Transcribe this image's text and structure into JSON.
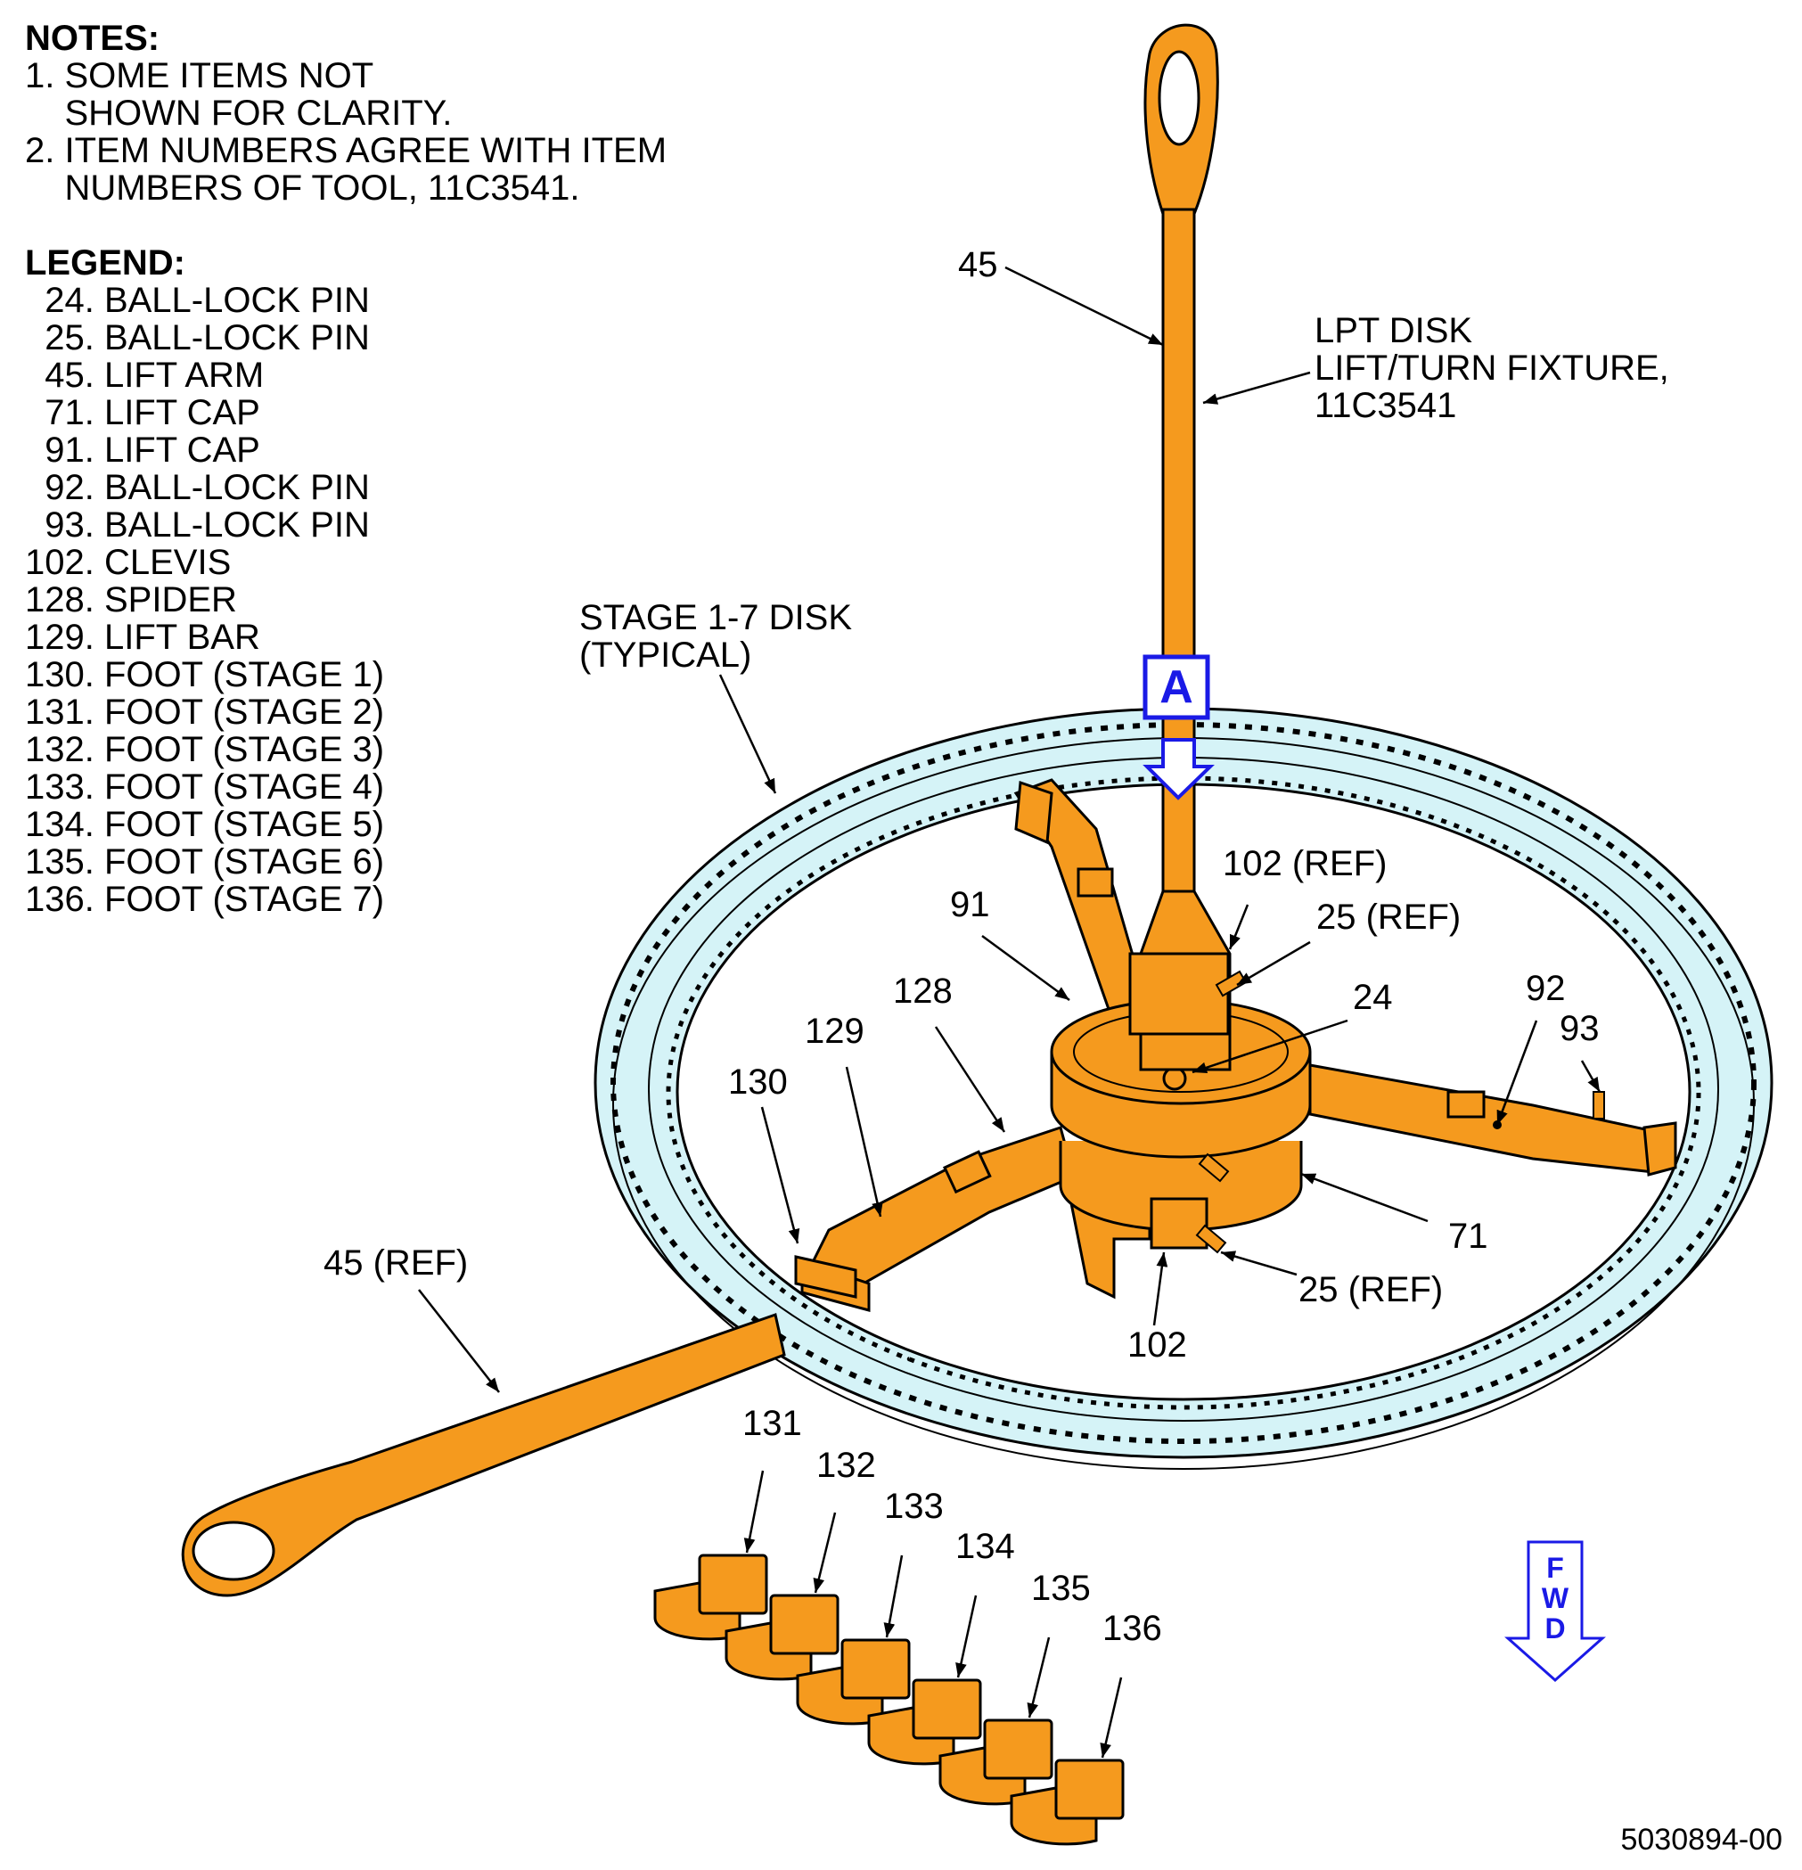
{
  "notes": {
    "heading": "NOTES:",
    "items": [
      "1. SOME ITEMS NOT\n    SHOWN FOR CLARITY.",
      "2. ITEM NUMBERS AGREE WITH ITEM\n    NUMBERS OF TOOL, 11C3541."
    ]
  },
  "legend": {
    "heading": "LEGEND:",
    "items": [
      "  24. BALL-LOCK PIN",
      "  25. BALL-LOCK PIN",
      "  45. LIFT ARM",
      "  71. LIFT CAP",
      "  91. LIFT CAP",
      "  92. BALL-LOCK PIN",
      "  93. BALL-LOCK PIN",
      "102. CLEVIS",
      "128. SPIDER",
      "129. LIFT BAR",
      "130. FOOT (STAGE 1)",
      "131. FOOT (STAGE 2)",
      "132. FOOT (STAGE 3)",
      "133. FOOT (STAGE 4)",
      "134. FOOT (STAGE 5)",
      "135. FOOT (STAGE 6)",
      "136. FOOT (STAGE 7)"
    ]
  },
  "callouts": {
    "c45": "45",
    "fixture": "LPT DISK\nLIFT/TURN FIXTURE,\n11C3541",
    "disk": "STAGE 1-7 DISK\n(TYPICAL)",
    "c102ref": "102 (REF)",
    "c25ref_top": "25 (REF)",
    "c91": "91",
    "c128": "128",
    "c24": "24",
    "c92": "92",
    "c93": "93",
    "c129": "129",
    "c130": "130",
    "c71": "71",
    "c45ref": "45 (REF)",
    "c25ref_bot": "25 (REF)",
    "c102": "102",
    "c131": "131",
    "c132": "132",
    "c133": "133",
    "c134": "134",
    "c135": "135",
    "c136": "136"
  },
  "view_marker": "A",
  "fwd_arrow": {
    "letters": [
      "F",
      "W",
      "D"
    ]
  },
  "figure_id": "5030894-00",
  "colors": {
    "tool_orange": "#F59A1E",
    "disk_cyan": "#D5F3F7",
    "annotation_blue": "#1A1AE6"
  }
}
